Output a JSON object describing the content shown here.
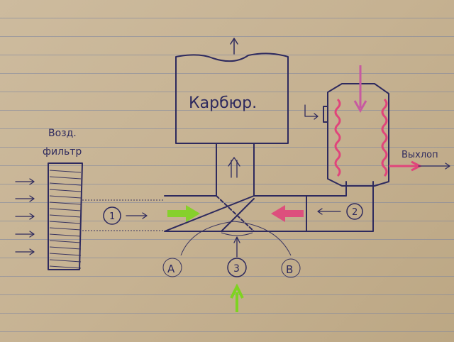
{
  "labels": {
    "air_filter_line1": "Возд.",
    "air_filter_line2": "фильтр",
    "carburetor": "Карбюр.",
    "exhaust": "Выхлоп",
    "inlet_1": "1",
    "inlet_2": "2",
    "control_3": "3",
    "position_a": "A",
    "position_b": "B"
  },
  "colors": {
    "ink": "#2e2a5e",
    "cold_air_arrow": "#7ed321",
    "hot_air_arrow": "#e0457b"
  }
}
